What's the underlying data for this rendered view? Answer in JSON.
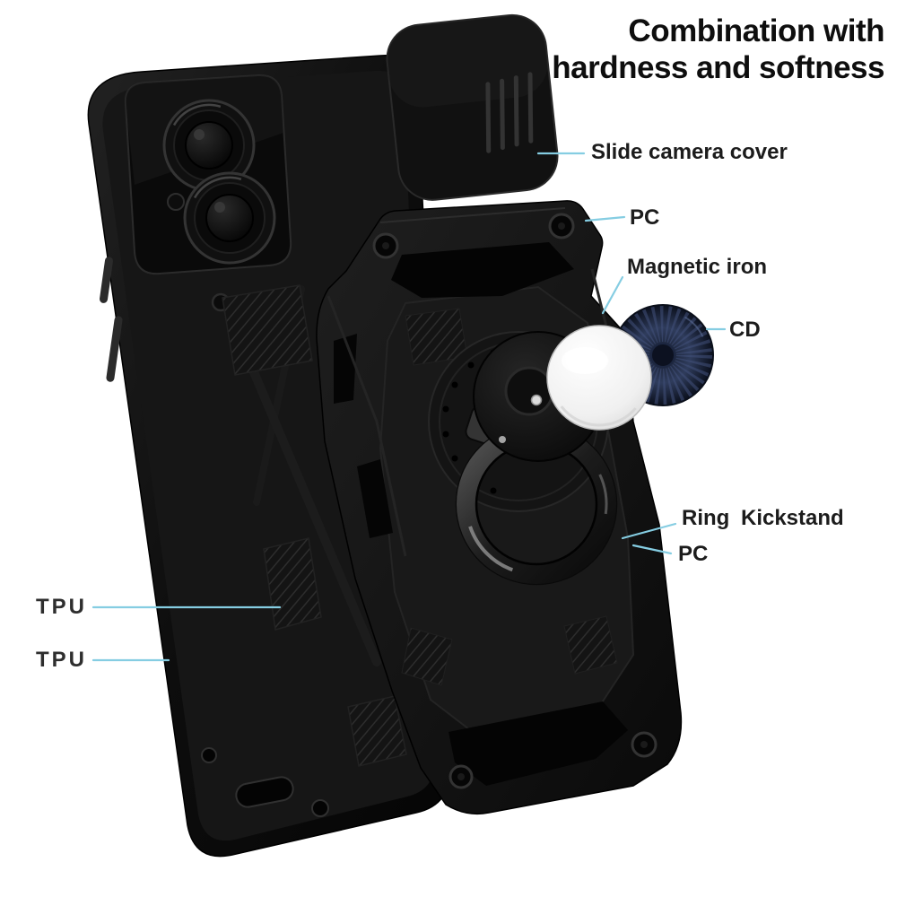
{
  "title": {
    "line1": "Combination with",
    "line2": "hardness and softness"
  },
  "callouts": {
    "slide_camera_cover": "Slide camera cover",
    "pc_top": "PC",
    "magnetic_iron": "Magnetic iron",
    "cd": "CD",
    "ring_kickstand": "Ring Kickstand",
    "pc_bottom": "PC",
    "tpu_top": "TPU",
    "tpu_bottom": "TPU"
  },
  "colors": {
    "background": "#ffffff",
    "callout_line": "#85cde2",
    "title_text": "#0e0e0e",
    "label_text": "#1c1c1c",
    "case_black": "#101010",
    "cd_navy": "#2e3b58",
    "magnet_white": "#f5f5f5"
  }
}
